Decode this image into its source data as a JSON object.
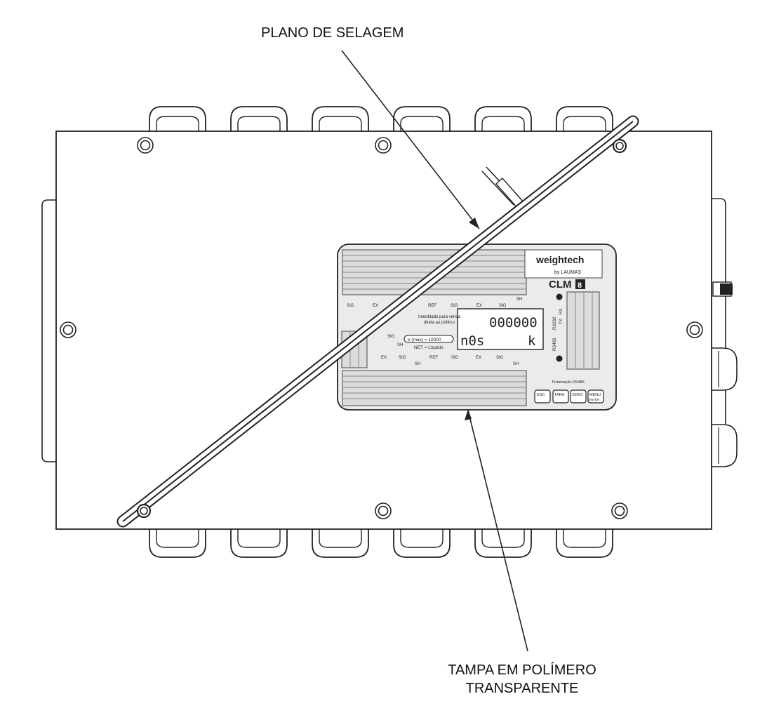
{
  "callouts": {
    "sealing_plane": "PLANO DE SELAGEM",
    "cover_line1": "TAMPA EM POLÍMERO",
    "cover_line2": "TRANSPARENTE"
  },
  "device": {
    "brand": "weightech",
    "brand_sub": "by LAUMAS",
    "model": "CLM",
    "model_badge": "8",
    "display_main": "000000",
    "display_sub": "n0s",
    "display_unit": "k",
    "notice_line1": "Interditado para venda",
    "notice_line2": "direta ao público",
    "formula": "e (max) = 10000",
    "net_label": "NET = Líquido",
    "termination_label": "Terminação RS485",
    "top_terminals": [
      "SIG",
      "EX",
      "SIG",
      "REF",
      "SIG",
      "EX",
      "SIG",
      "SH"
    ],
    "bottom_terminals": [
      "EX",
      "SIG",
      "SH",
      "REF",
      "SIG",
      "EX",
      "SIG",
      "SH"
    ],
    "side_terminals": [
      "RS485",
      "RS232",
      "TX",
      "RX"
    ],
    "side_small": [
      "SIG",
      "SH"
    ],
    "keys": [
      "ESC",
      "TARA",
      "ZERO",
      "MENU"
    ],
    "key_subs": [
      "",
      "",
      "",
      "ENTER"
    ]
  }
}
